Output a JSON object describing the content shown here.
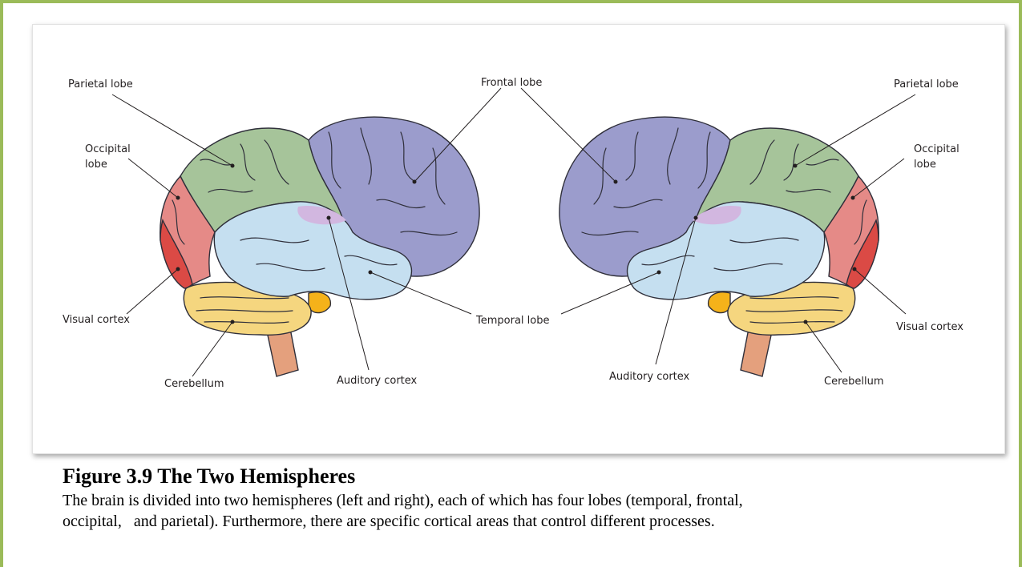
{
  "diagram": {
    "left_labels": {
      "parietal": "Parietal lobe",
      "occipital": "Occipital\nlobe",
      "visual": "Visual cortex",
      "cerebellum": "Cerebellum",
      "auditory": "Auditory cortex"
    },
    "center_labels": {
      "frontal": "Frontal lobe",
      "temporal": "Temporal lobe"
    },
    "right_labels": {
      "parietal": "Parietal lobe",
      "occipital": "Occipital\nlobe",
      "visual": "Visual cortex",
      "cerebellum": "Cerebellum",
      "auditory": "Auditory cortex"
    },
    "colors": {
      "frontal": "#9b9ccc",
      "parietal": "#a6c49a",
      "occipital": "#e58a87",
      "visual": "#db4a45",
      "temporal": "#c5dff0",
      "auditory": "#d2b7e0",
      "cerebellum": "#f5d67f",
      "brainstem": "#e4a07d",
      "pons": "#f5b21a"
    }
  },
  "caption": {
    "title": "Figure 3.9 The Two Hemispheres",
    "text": "The brain is divided into two hemispheres (left and right), each of which has four lobes (temporal, frontal,\noccipital,   and parietal). Furthermore, there are specific cortical areas that control different processes."
  }
}
